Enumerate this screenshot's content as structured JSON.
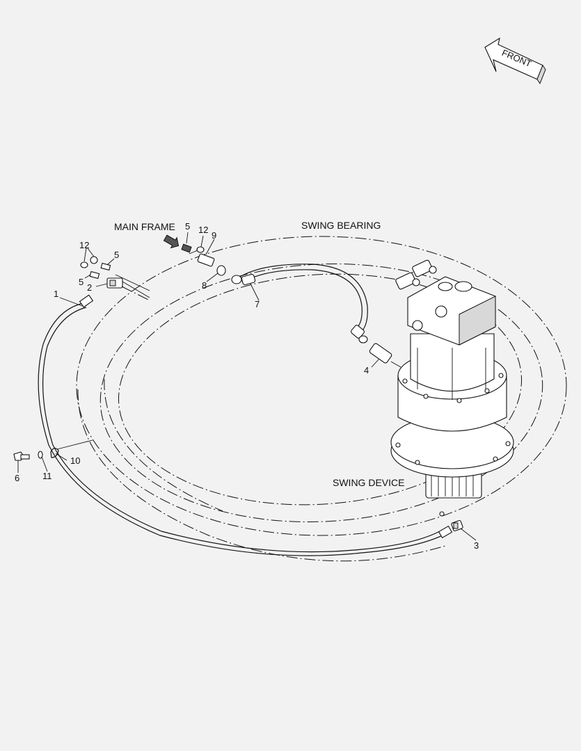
{
  "labels": {
    "main_frame": "MAIN FRAME",
    "swing_bearing": "SWING BEARING",
    "swing_device": "SWING DEVICE",
    "front": "FRONT"
  },
  "callouts": {
    "c1": "1",
    "c2": "2",
    "c3": "3",
    "c4": "4",
    "c5a": "5",
    "c5b": "5",
    "c5c": "5",
    "c6": "6",
    "c7": "7",
    "c8": "8",
    "c9": "9",
    "c10": "10",
    "c11": "11",
    "c12a": "12",
    "c12b": "12"
  }
}
